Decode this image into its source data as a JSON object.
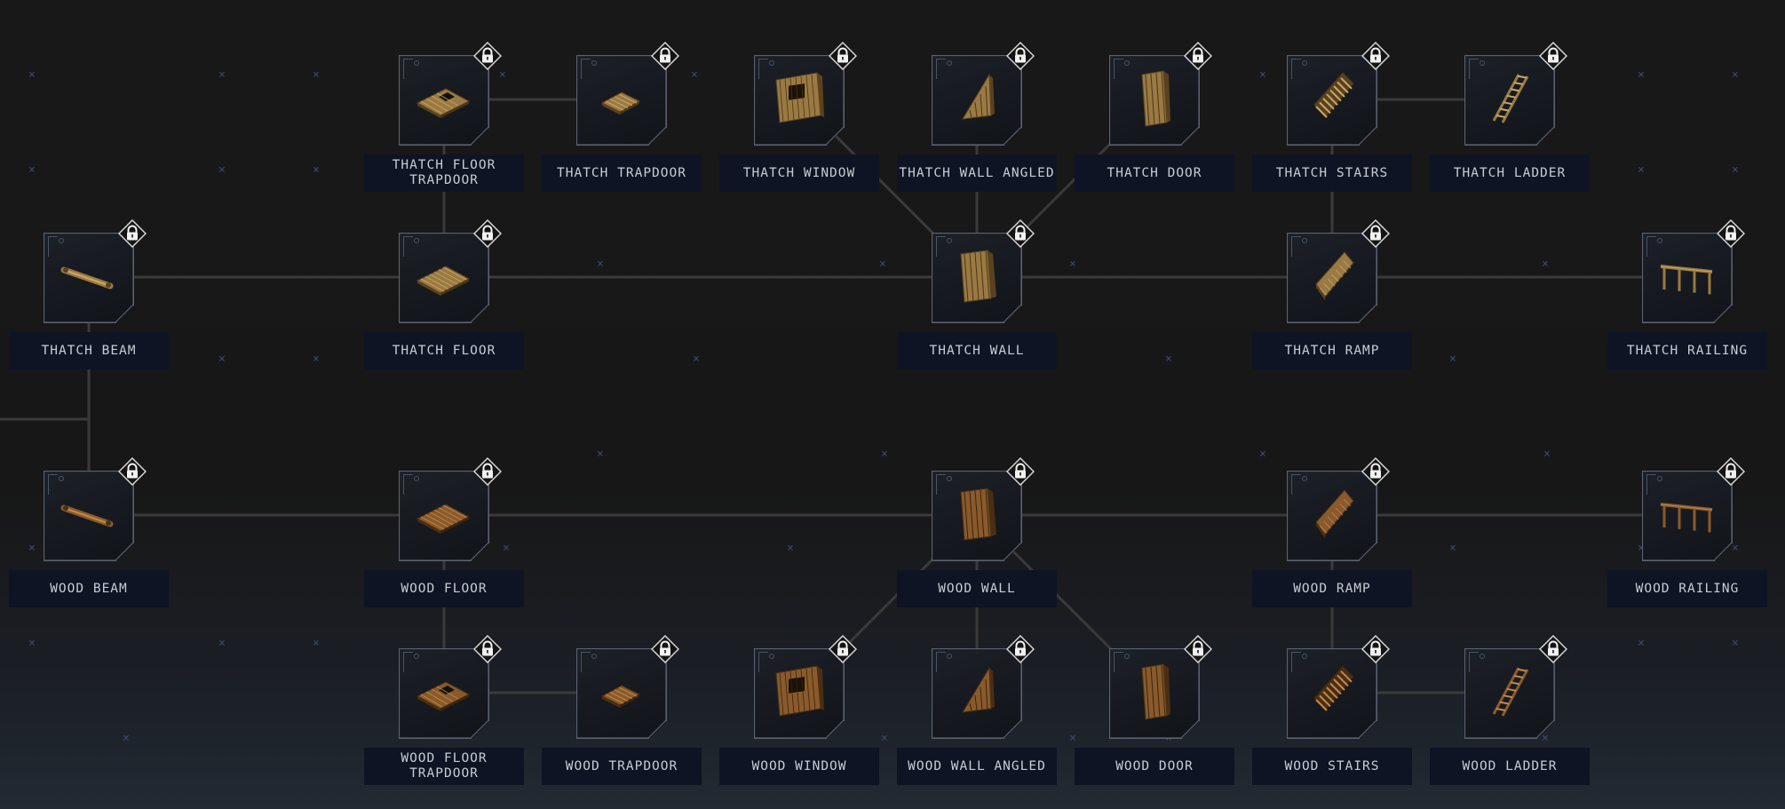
{
  "theme": {
    "line_color": "#3a3a3a",
    "label_bg": "#0e1424",
    "label_text": "#c8ccd4",
    "frame_border": "#5a6170",
    "lock_icon": "padlock-icon"
  },
  "nodes": [
    {
      "id": "thatch-floor-trapdoor",
      "label": "THATCH FLOOR TRAPDOOR",
      "icon": "thatch-floor-trapdoor-icon",
      "material": "thatch",
      "shape": "trapdoor-floor",
      "locked": true
    },
    {
      "id": "thatch-trapdoor",
      "label": "THATCH TRAPDOOR",
      "icon": "thatch-trapdoor-icon",
      "material": "thatch",
      "shape": "trapdoor",
      "locked": true
    },
    {
      "id": "thatch-window",
      "label": "THATCH WINDOW",
      "icon": "thatch-window-icon",
      "material": "thatch",
      "shape": "window",
      "locked": true
    },
    {
      "id": "thatch-wall-angled",
      "label": "THATCH WALL ANGLED",
      "icon": "thatch-wall-angled-icon",
      "material": "thatch",
      "shape": "wall-angled",
      "locked": true
    },
    {
      "id": "thatch-door",
      "label": "THATCH DOOR",
      "icon": "thatch-door-icon",
      "material": "thatch",
      "shape": "door",
      "locked": true
    },
    {
      "id": "thatch-stairs",
      "label": "THATCH STAIRS",
      "icon": "thatch-stairs-icon",
      "material": "thatch",
      "shape": "stairs",
      "locked": true
    },
    {
      "id": "thatch-ladder",
      "label": "THATCH LADDER",
      "icon": "thatch-ladder-icon",
      "material": "thatch",
      "shape": "ladder",
      "locked": true
    },
    {
      "id": "thatch-beam",
      "label": "THATCH BEAM",
      "icon": "thatch-beam-icon",
      "material": "thatch",
      "shape": "beam",
      "locked": true
    },
    {
      "id": "thatch-floor",
      "label": "THATCH FLOOR",
      "icon": "thatch-floor-icon",
      "material": "thatch",
      "shape": "floor",
      "locked": true
    },
    {
      "id": "thatch-wall",
      "label": "THATCH WALL",
      "icon": "thatch-wall-icon",
      "material": "thatch",
      "shape": "wall",
      "locked": true
    },
    {
      "id": "thatch-ramp",
      "label": "THATCH RAMP",
      "icon": "thatch-ramp-icon",
      "material": "thatch",
      "shape": "ramp",
      "locked": true
    },
    {
      "id": "thatch-railing",
      "label": "THATCH RAILING",
      "icon": "thatch-railing-icon",
      "material": "thatch",
      "shape": "railing",
      "locked": true
    },
    {
      "id": "wood-beam",
      "label": "WOOD BEAM",
      "icon": "wood-beam-icon",
      "material": "wood",
      "shape": "beam",
      "locked": true
    },
    {
      "id": "wood-floor",
      "label": "WOOD FLOOR",
      "icon": "wood-floor-icon",
      "material": "wood",
      "shape": "floor",
      "locked": true
    },
    {
      "id": "wood-wall",
      "label": "WOOD WALL",
      "icon": "wood-wall-icon",
      "material": "wood",
      "shape": "wall",
      "locked": true
    },
    {
      "id": "wood-ramp",
      "label": "WOOD RAMP",
      "icon": "wood-ramp-icon",
      "material": "wood",
      "shape": "ramp",
      "locked": true
    },
    {
      "id": "wood-railing",
      "label": "WOOD RAILING",
      "icon": "wood-railing-icon",
      "material": "wood",
      "shape": "railing",
      "locked": true
    },
    {
      "id": "wood-floor-trapdoor",
      "label": "WOOD FLOOR TRAPDOOR",
      "icon": "wood-floor-trapdoor-icon",
      "material": "wood",
      "shape": "trapdoor-floor",
      "locked": true
    },
    {
      "id": "wood-trapdoor",
      "label": "WOOD TRAPDOOR",
      "icon": "wood-trapdoor-icon",
      "material": "wood",
      "shape": "trapdoor",
      "locked": true
    },
    {
      "id": "wood-window",
      "label": "WOOD WINDOW",
      "icon": "wood-window-icon",
      "material": "wood",
      "shape": "window",
      "locked": true
    },
    {
      "id": "wood-wall-angled",
      "label": "WOOD WALL ANGLED",
      "icon": "wood-wall-angled-icon",
      "material": "wood",
      "shape": "wall-angled",
      "locked": true
    },
    {
      "id": "wood-door",
      "label": "WOOD DOOR",
      "icon": "wood-door-icon",
      "material": "wood",
      "shape": "door",
      "locked": true
    },
    {
      "id": "wood-stairs",
      "label": "WOOD STAIRS",
      "icon": "wood-stairs-icon",
      "material": "wood",
      "shape": "stairs",
      "locked": true
    },
    {
      "id": "wood-ladder",
      "label": "WOOD LADDER",
      "icon": "wood-ladder-icon",
      "material": "wood",
      "shape": "ladder",
      "locked": true
    }
  ],
  "links": [
    [
      "thatch-floor-trapdoor",
      "thatch-trapdoor"
    ],
    [
      "thatch-floor-trapdoor",
      "thatch-floor"
    ],
    [
      "thatch-beam",
      "thatch-floor"
    ],
    [
      "thatch-floor",
      "thatch-wall"
    ],
    [
      "thatch-wall",
      "thatch-window"
    ],
    [
      "thatch-wall",
      "thatch-wall-angled"
    ],
    [
      "thatch-wall",
      "thatch-door"
    ],
    [
      "thatch-wall",
      "thatch-ramp"
    ],
    [
      "thatch-ramp",
      "thatch-stairs"
    ],
    [
      "thatch-stairs",
      "thatch-ladder"
    ],
    [
      "thatch-ramp",
      "thatch-railing"
    ],
    [
      "thatch-beam",
      "wood-beam"
    ],
    [
      "wood-beam",
      "wood-floor"
    ],
    [
      "wood-floor",
      "wood-wall"
    ],
    [
      "wood-wall",
      "wood-ramp"
    ],
    [
      "wood-ramp",
      "wood-railing"
    ],
    [
      "wood-floor",
      "wood-floor-trapdoor"
    ],
    [
      "wood-floor-trapdoor",
      "wood-trapdoor"
    ],
    [
      "wood-wall",
      "wood-window"
    ],
    [
      "wood-wall",
      "wood-wall-angled"
    ],
    [
      "wood-wall",
      "wood-door"
    ],
    [
      "wood-ramp",
      "wood-stairs"
    ],
    [
      "wood-stairs",
      "wood-ladder"
    ]
  ]
}
